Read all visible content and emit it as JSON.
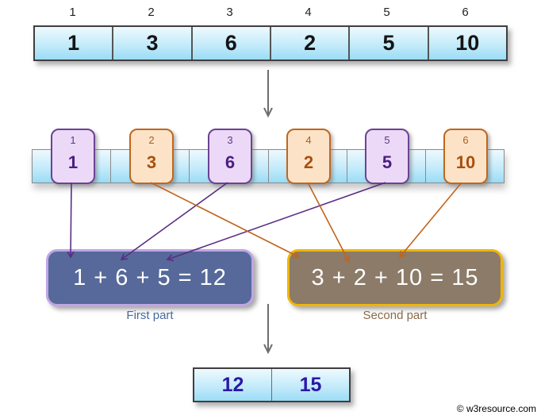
{
  "colors": {
    "gray_arrow": "#6e6e6e",
    "purple_arrow": "#5a2d82",
    "orange_arrow": "#c2641c",
    "first_box_bg": "#56699a",
    "first_box_border": "#c0a5e6",
    "second_box_bg": "#8b7b68",
    "second_box_border": "#f0b50a",
    "cell_blue_top": "#eef9fe",
    "cell_blue_bottom": "#9bdcf6"
  },
  "input_array": {
    "indices": [
      "1",
      "2",
      "3",
      "4",
      "5",
      "6"
    ],
    "values": [
      "1",
      "3",
      "6",
      "2",
      "5",
      "10"
    ]
  },
  "indexed_cards": [
    {
      "index": "1",
      "value": "1"
    },
    {
      "index": "2",
      "value": "3"
    },
    {
      "index": "3",
      "value": "6"
    },
    {
      "index": "4",
      "value": "2"
    },
    {
      "index": "5",
      "value": "5"
    },
    {
      "index": "6",
      "value": "10"
    }
  ],
  "first_part": {
    "expression": "1 + 6 + 5 = 12",
    "label": "First part"
  },
  "second_part": {
    "expression": "3 + 2 + 10 = 15",
    "label": "Second part"
  },
  "result_array": {
    "values": [
      "12",
      "15"
    ]
  },
  "watermark": "© w3resource.com"
}
